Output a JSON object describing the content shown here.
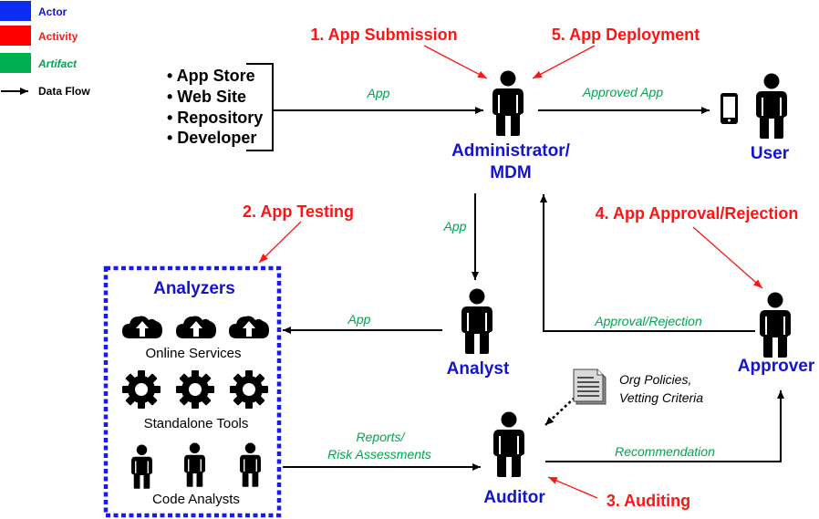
{
  "colors": {
    "actor": "#1414cc",
    "activity": "#ff1414",
    "artifact": "#00a550",
    "legend_actor_fill": "#0c2cf0",
    "legend_activity_fill": "#ff0000",
    "legend_artifact_fill": "#00b050",
    "figure": "#000000",
    "analyzers_border": "#1a1aee"
  },
  "legend": [
    {
      "label": "Actor",
      "kind": "actor"
    },
    {
      "label": "Activity",
      "kind": "activity"
    },
    {
      "label": "Artifact",
      "kind": "artifact"
    },
    {
      "label": "Data Flow",
      "kind": "flow"
    }
  ],
  "sources": [
    "• App Store",
    "• Web Site",
    "• Repository",
    "• Developer"
  ],
  "actors": {
    "administrator": [
      "Administrator/",
      "MDM"
    ],
    "user": "User",
    "analyst": "Analyst",
    "approver": "Approver",
    "auditor": "Auditor"
  },
  "activities": {
    "submission": "1. App Submission",
    "testing": "2. App Testing",
    "auditing": "3. Auditing",
    "approval": "4. App Approval/Rejection",
    "deployment": "5. App Deployment"
  },
  "artifacts": {
    "app_to_admin": "App",
    "approved_app": "Approved App",
    "app_to_analyst": "App",
    "app_to_analyzers": "App",
    "approval_rejection": "Approval/Rejection",
    "reports": [
      "Reports/",
      "Risk Assessments"
    ],
    "recommendation": "Recommendation"
  },
  "analyzers": {
    "title": "Analyzers",
    "online_services": "Online Services",
    "standalone_tools": "Standalone Tools",
    "code_analysts": "Code Analysts"
  },
  "policies": [
    "Org Policies,",
    "Vetting Criteria"
  ],
  "icons": [
    "person-icon",
    "cloud-upload-icon",
    "gear-icon",
    "smartphone-icon",
    "document-icon"
  ]
}
